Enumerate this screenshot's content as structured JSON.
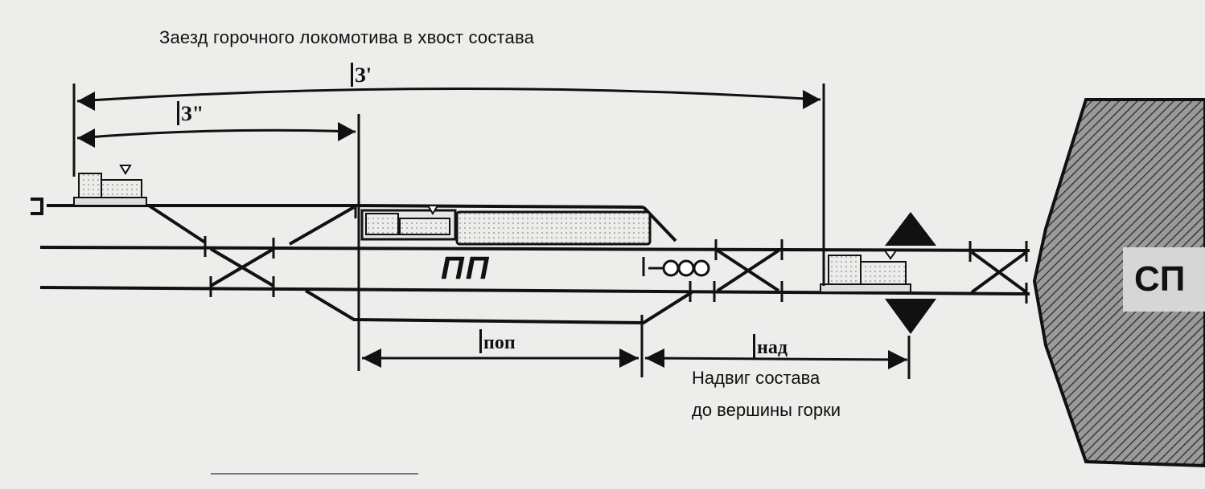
{
  "diagram": {
    "title": "Заезд горочного локомотива в хвост состава",
    "dimensions": {
      "l3_prime": "З'",
      "l3_double_prime": "З\"",
      "l_pop": "поп",
      "l_nad": "над"
    },
    "park_label": "ПП",
    "note_line1": "Надвиг состава",
    "note_line2": "до вершины горки",
    "hump_label": "СП"
  },
  "colors": {
    "line": "#111111",
    "hatch": "#555555",
    "background": "#ededeb"
  }
}
